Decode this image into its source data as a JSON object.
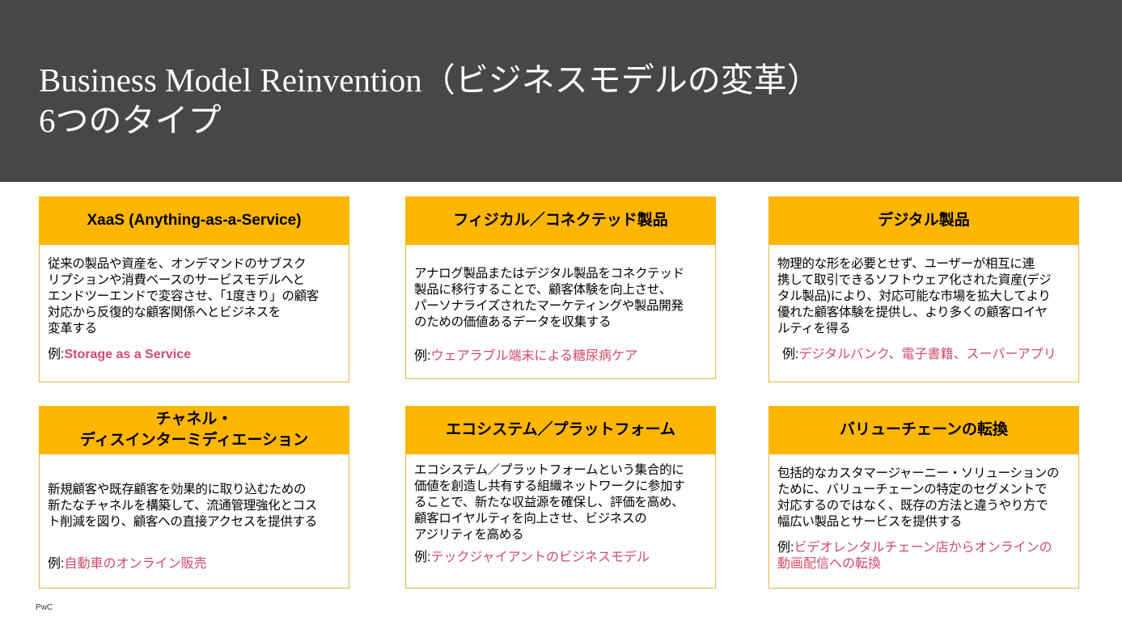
{
  "title": "Business Model Reinvention（ビジネスモデルの変革）\n6つのタイプ",
  "example_label": "例:",
  "cards": [
    {
      "heading": "XaaS (Anything-as-a-Service)",
      "description": "従来の製品や資産を、オンデマンドのサブスク\nリプションや消費ベースのサービスモデルへと\nエンドツーエンドで変容させ、「1度きり」の顧客\n対応から反復的な顧客関係へとビジネスを\n変革する",
      "example": "Storage as a Service"
    },
    {
      "heading": "フィジカル／コネクテッド製品",
      "description": "アナログ製品またはデジタル製品をコネクテッド\n製品に移行することで、顧客体験を向上させ、\nパーソナライズされたマーケティングや製品開発\nのための価値あるデータを収集する",
      "example": "ウェアラブル端末による糖尿病ケア"
    },
    {
      "heading": "デジタル製品",
      "description": "物理的な形を必要とせず、ユーザーが相互に連\n携して取引できるソフトウェア化された資産(デジ\nタル製品)により、対応可能な市場を拡大してより\n優れた顧客体験を提供し、より多くの顧客ロイヤ\nルティを得る",
      "example": "デジタルバンク、電子書籍、スーパーアプリ"
    },
    {
      "heading": "チャネル・\nディスインターミディエーション",
      "description": "新規顧客や既存顧客を効果的に取り込むための\n新たなチャネルを構築して、流通管理強化とコス\nト削減を図り、顧客への直接アクセスを提供する",
      "example": "自動車のオンライン販売"
    },
    {
      "heading": "エコシステム／プラットフォーム",
      "description": "エコシステム／プラットフォームという集合的に\n価値を創造し共有する組織ネットワークに参加す\nることで、新たな収益源を確保し、評価を高め、\n顧客ロイヤルティを向上させ、ビジネスの\nアジリティを高める",
      "example": "テックジャイアントのビジネスモデル"
    },
    {
      "heading": "バリューチェーンの転換",
      "description": "包括的なカスタマージャーニー・ソリューションの\nために、バリューチェーンの特定のセグメントで\n対応するのではなく、既存の方法と違うやり方で\n幅広い製品とサービスを提供する",
      "example": "ビデオレンタルチェーン店からオンラインの\n動画配信への転換"
    }
  ],
  "footer": "PwC"
}
